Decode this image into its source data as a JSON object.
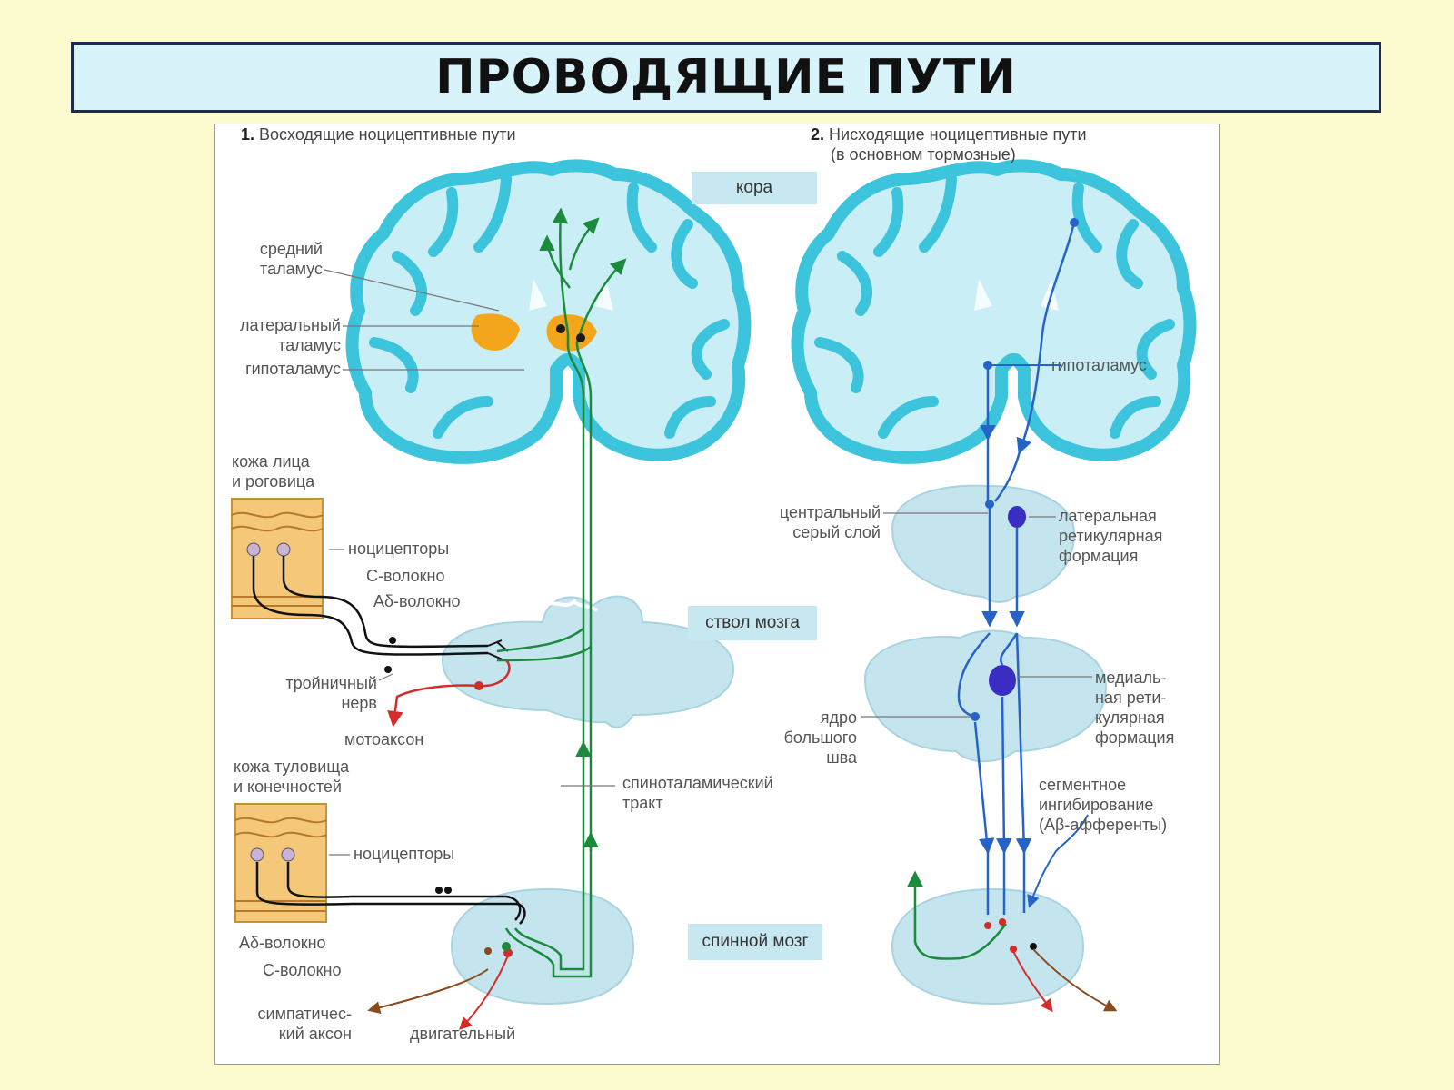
{
  "title": "ПРОВОДЯЩИЕ ПУТИ",
  "section1": {
    "number": "1.",
    "title": "Восходящие ноцицептивные пути"
  },
  "section2": {
    "number": "2.",
    "title": "Нисходящие ноцицептивные пути",
    "subtitle": "(в основном тормозные)"
  },
  "levels": {
    "cortex": "кора",
    "brainstem": "ствол мозга",
    "spinal_cord": "спинной мозг"
  },
  "left_labels": {
    "medial_thalamus": "средний\nталамус",
    "lateral_thalamus": "латеральный\nталамус",
    "hypothalamus": "гипоталамус",
    "face_skin": "кожа лица\nи роговица",
    "nociceptors_top": "ноцицепторы",
    "c_fiber_top": "С-волокно",
    "ad_fiber_top": "Аδ-волокно",
    "trigeminal_nerve": "тройничный\nнерв",
    "motoaxon": "мотоаксон",
    "trunk_skin": "кожа туловища\nи конечностей",
    "nociceptors_bottom": "ноцицепторы",
    "ad_fiber_bottom": "Аδ-волокно",
    "c_fiber_bottom": "С-волокно",
    "sympathetic_axon": "симпатичес-\nкий аксон",
    "motor": "двигательный",
    "spinothalamic_tract": "спиноталамический\nтракт"
  },
  "right_labels": {
    "hypothalamus": "гипоталамус",
    "central_gray": "центральный\nсерый слой",
    "lateral_reticular": "латеральная\nретикулярная\nформация",
    "medial_reticular": "медиаль-\nная рети-\nкулярная\nформация",
    "raphe_nucleus": "ядро\nбольшого\nшва",
    "segmental_inhibition": "сегментное\nингибирование\n(Аβ-афференты)"
  },
  "colors": {
    "brain": "#3cc4dc",
    "brain_fill": "#c9eef5",
    "tissue": "#c5e5ee",
    "thalamus": "#f3a51c",
    "ascending": "#1b8a3c",
    "descending": "#2563c9",
    "motor": "#d42b2b",
    "sympathetic": "#8a4a1c",
    "skin": "#f4c878"
  }
}
